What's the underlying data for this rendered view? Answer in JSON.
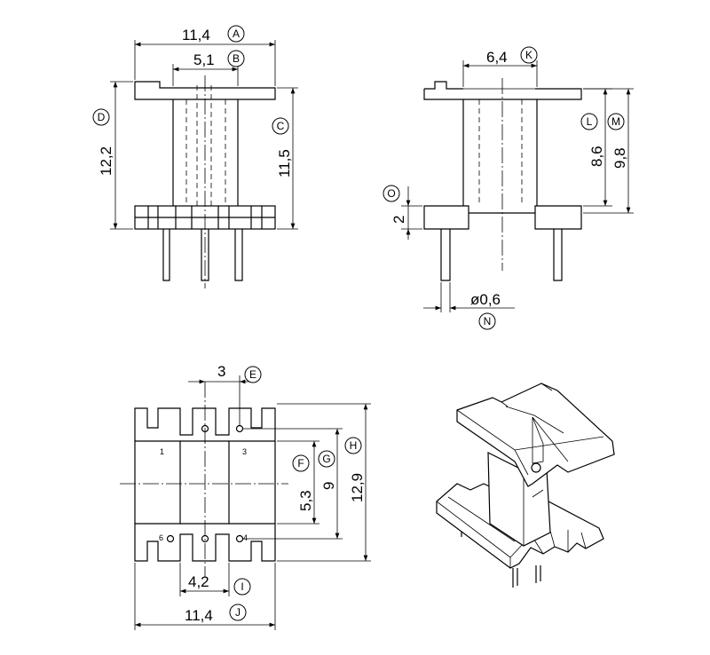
{
  "front_view": {
    "dim_A": {
      "value": "11,4",
      "label": "A"
    },
    "dim_B": {
      "value": "5,1",
      "label": "B"
    },
    "dim_C": {
      "value": "11,5",
      "label": "C"
    },
    "dim_D": {
      "value": "12,2",
      "label": "D"
    }
  },
  "side_view": {
    "dim_K": {
      "value": "6,4",
      "label": "K"
    },
    "dim_L": {
      "value": "8,6",
      "label": "L"
    },
    "dim_M": {
      "value": "9,8",
      "label": "M"
    },
    "dim_O": {
      "value": "2",
      "label": "O"
    },
    "dim_N": {
      "value": "ø0,6",
      "label": "N"
    }
  },
  "bottom_view": {
    "dim_E": {
      "value": "3",
      "label": "E"
    },
    "dim_F": {
      "value": "5,3",
      "label": "F"
    },
    "dim_G": {
      "value": "9",
      "label": "G"
    },
    "dim_H": {
      "value": "12,9",
      "label": "H"
    },
    "dim_I": {
      "value": "4,2",
      "label": "I"
    },
    "dim_J": {
      "value": "11,4",
      "label": "J"
    },
    "pin_labels": {
      "p1": "1",
      "p3": "3",
      "p6": "6",
      "p4": "4"
    }
  }
}
